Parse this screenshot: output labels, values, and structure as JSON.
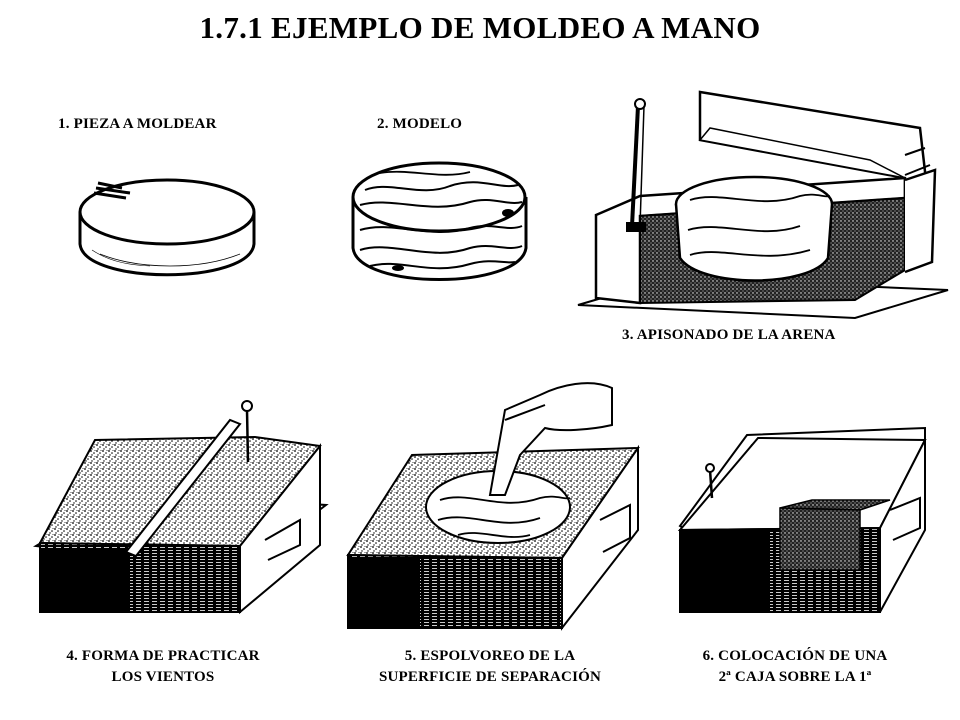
{
  "title": "1.7.1  EJEMPLO DE  MOLDEO A MANO",
  "captions": {
    "step1": "1. PIEZA A MOLDEAR",
    "step2": "2. MODELO",
    "step3": "3. APISONADO DE LA ARENA",
    "step4": [
      "4. FORMA DE PRACTICAR",
      "LOS VIENTOS"
    ],
    "step5": [
      "5. ESPOLVOREO DE LA",
      "SUPERFICIE DE SEPARACIÓN"
    ],
    "step6": [
      "6. COLOCACIÓN  DE UNA",
      "2ª CAJA SOBRE  LA 1ª"
    ]
  },
  "colors": {
    "ink": "#000000",
    "paper": "#ffffff"
  }
}
